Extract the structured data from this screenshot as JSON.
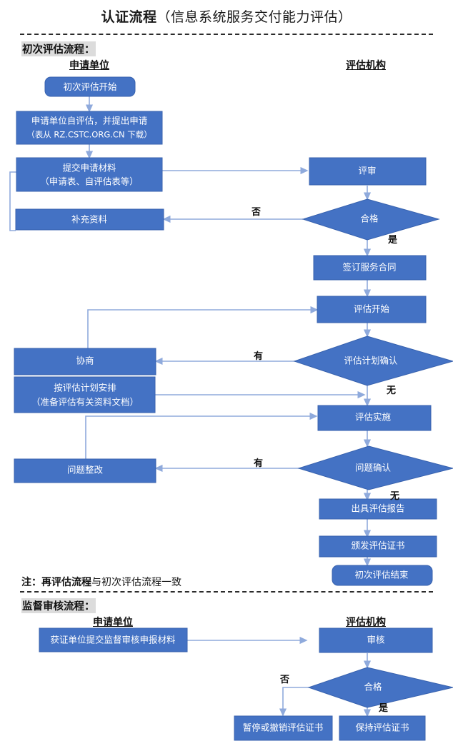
{
  "title": {
    "bold": "认证流程",
    "rest": "（信息系统服务交付能力评估）"
  },
  "sections": {
    "first": {
      "label": "初次评估流程："
    },
    "surveillance": {
      "label": "监督审核流程："
    }
  },
  "columns": {
    "applicant": "申请单位",
    "agency": "评估机构",
    "applicant2": "申请单位",
    "agency2": "评估机构"
  },
  "note": {
    "bold": "注：再评估流程",
    "rest": "与初次评估流程一致"
  },
  "colors": {
    "node_fill": "#4472C4",
    "node_stroke": "#3862AE",
    "connector": "#8FAADC",
    "text_on_node": "#FFFFFF",
    "dashed_rule": "#2B2B2B",
    "highlight": "#DCDCDC"
  },
  "chart_data": {
    "type": "diagram",
    "title": "认证流程（信息系统服务交付能力评估）",
    "nodes": [
      {
        "id": "n1",
        "label": "初次评估开始",
        "shape": "rounded",
        "lane": "applicant",
        "section": "first"
      },
      {
        "id": "n2",
        "label": "申请单位自评估，并提出申请",
        "label2": "（表从 RZ.CSTC.ORG.CN 下载）",
        "shape": "rect",
        "lane": "applicant",
        "section": "first"
      },
      {
        "id": "n3",
        "label": "提交申请材料",
        "label2": "（申请表、自评估表等）",
        "shape": "rect",
        "lane": "applicant",
        "section": "first"
      },
      {
        "id": "n4",
        "label": "补充资料",
        "shape": "rect",
        "lane": "applicant",
        "section": "first"
      },
      {
        "id": "n5",
        "label": "评审",
        "shape": "rect",
        "lane": "agency",
        "section": "first"
      },
      {
        "id": "n6",
        "label": "合格",
        "shape": "diamond",
        "lane": "agency",
        "section": "first"
      },
      {
        "id": "n7",
        "label": "签订服务合同",
        "shape": "rect",
        "lane": "agency",
        "section": "first"
      },
      {
        "id": "n8",
        "label": "评估开始",
        "shape": "rect",
        "lane": "agency",
        "section": "first"
      },
      {
        "id": "n9",
        "label": "协商",
        "shape": "rect",
        "lane": "applicant",
        "section": "first"
      },
      {
        "id": "n10",
        "label": "按评估计划安排",
        "label2": "（准备评估有关资料文档）",
        "shape": "rect",
        "lane": "applicant",
        "section": "first"
      },
      {
        "id": "n11",
        "label": "评估计划确认",
        "shape": "diamond",
        "lane": "agency",
        "section": "first"
      },
      {
        "id": "n12",
        "label": "评估实施",
        "shape": "rect",
        "lane": "agency",
        "section": "first"
      },
      {
        "id": "n13",
        "label": "问题整改",
        "shape": "rect",
        "lane": "applicant",
        "section": "first"
      },
      {
        "id": "n14",
        "label": "问题确认",
        "shape": "diamond",
        "lane": "agency",
        "section": "first"
      },
      {
        "id": "n15",
        "label": "出具评估报告",
        "shape": "rect",
        "lane": "agency",
        "section": "first"
      },
      {
        "id": "n16",
        "label": "颁发评估证书",
        "shape": "rect",
        "lane": "agency",
        "section": "first"
      },
      {
        "id": "n17",
        "label": "初次评估结束",
        "shape": "rounded",
        "lane": "agency",
        "section": "first"
      },
      {
        "id": "m1",
        "label": "获证单位提交监督审核申报材料",
        "shape": "rect",
        "lane": "applicant",
        "section": "surveillance"
      },
      {
        "id": "m2",
        "label": "审核",
        "shape": "rect",
        "lane": "agency",
        "section": "surveillance"
      },
      {
        "id": "m3",
        "label": "合格",
        "shape": "diamond",
        "lane": "agency",
        "section": "surveillance"
      },
      {
        "id": "m4",
        "label": "暂停或撤销评估证书",
        "shape": "rect",
        "lane": "agency",
        "section": "surveillance"
      },
      {
        "id": "m5",
        "label": "保持评估证书",
        "shape": "rect",
        "lane": "agency",
        "section": "surveillance"
      }
    ],
    "edges": [
      {
        "from": "n1",
        "to": "n2",
        "label": ""
      },
      {
        "from": "n2",
        "to": "n3",
        "label": ""
      },
      {
        "from": "n3",
        "to": "n5",
        "label": ""
      },
      {
        "from": "n5",
        "to": "n6",
        "label": ""
      },
      {
        "from": "n6",
        "to": "n4",
        "label": "否"
      },
      {
        "from": "n4",
        "to": "n3",
        "label": ""
      },
      {
        "from": "n6",
        "to": "n7",
        "label": "是"
      },
      {
        "from": "n7",
        "to": "n8",
        "label": ""
      },
      {
        "from": "n8",
        "to": "n11",
        "label": ""
      },
      {
        "from": "n11",
        "to": "n9",
        "label": "有"
      },
      {
        "from": "n9",
        "to": "n8",
        "label": ""
      },
      {
        "from": "n11",
        "to": "n12",
        "label": "无"
      },
      {
        "from": "n10",
        "to": "n12",
        "label": ""
      },
      {
        "from": "n12",
        "to": "n14",
        "label": ""
      },
      {
        "from": "n14",
        "to": "n13",
        "label": "有"
      },
      {
        "from": "n13",
        "to": "n12",
        "label": ""
      },
      {
        "from": "n14",
        "to": "n15",
        "label": "无"
      },
      {
        "from": "n15",
        "to": "n16",
        "label": ""
      },
      {
        "from": "n16",
        "to": "n17",
        "label": ""
      },
      {
        "from": "m1",
        "to": "m2",
        "label": ""
      },
      {
        "from": "m2",
        "to": "m3",
        "label": ""
      },
      {
        "from": "m3",
        "to": "m4",
        "label": "否"
      },
      {
        "from": "m3",
        "to": "m5",
        "label": "是"
      }
    ],
    "edge_labels": [
      "否",
      "是",
      "有",
      "无",
      "有",
      "无",
      "否",
      "是"
    ]
  },
  "nodes_text": {
    "n1": "初次评估开始",
    "n2a": "申请单位自评估，并提出申请",
    "n2b": "（表从 RZ.CSTC.ORG.CN 下载）",
    "n3a": "提交申请材料",
    "n3b": "（申请表、自评估表等）",
    "n4": "补充资料",
    "n5": "评审",
    "n6": "合格",
    "n7": "签订服务合同",
    "n8": "评估开始",
    "n9": "协商",
    "n10a": "按评估计划安排",
    "n10b": "（准备评估有关资料文档）",
    "n11": "评估计划确认",
    "n12": "评估实施",
    "n13": "问题整改",
    "n14": "问题确认",
    "n15": "出具评估报告",
    "n16": "颁发评估证书",
    "n17": "初次评估结束",
    "m1": "获证单位提交监督审核申报材料",
    "m2": "审核",
    "m3": "合格",
    "m4": "暂停或撤销评估证书",
    "m5": "保持评估证书"
  },
  "edge_labels": {
    "e_fou1": "否",
    "e_shi1": "是",
    "e_you1": "有",
    "e_wu1": "无",
    "e_you2": "有",
    "e_wu2": "无",
    "e_fou2": "否",
    "e_shi2": "是"
  }
}
